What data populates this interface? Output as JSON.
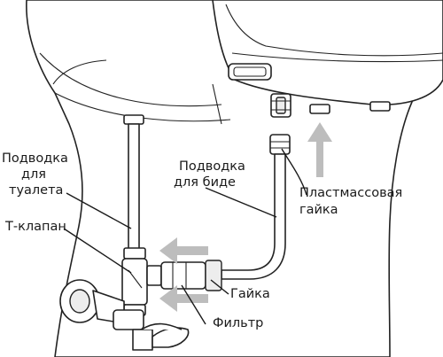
{
  "labels": {
    "toilet_supply_line1": "Подводка",
    "toilet_supply_line2": "для",
    "toilet_supply_line3": "туалета",
    "tee_valve": "Т-клапан",
    "bidet_supply_line1": "Подводка",
    "bidet_supply_line2": "для биде",
    "plastic_nut_line1": "Пластмассовая",
    "plastic_nut_line2": "гайка",
    "nut": "Гайка",
    "filter": "Фильтр"
  },
  "colors": {
    "line": "#1a1a1a",
    "arrow": "#bdbdbd",
    "background": "#ffffff"
  }
}
